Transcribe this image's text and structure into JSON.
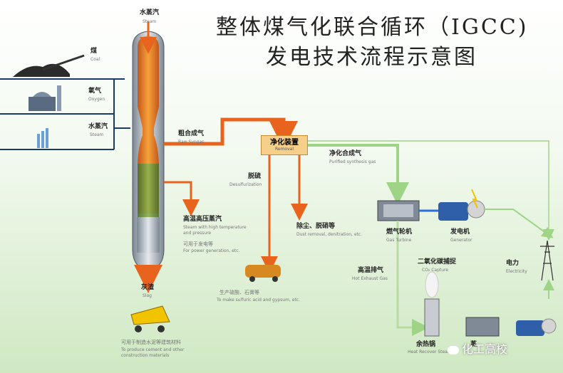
{
  "title": {
    "line1": "整体煤气化联合循环（IGCC)",
    "line2": "发电技术流程示意图"
  },
  "inputs": {
    "steam_top": {
      "zh": "水蒸汽",
      "en": "Steam"
    },
    "coal": {
      "zh": "煤",
      "en": "Coal"
    },
    "oxygen": {
      "zh": "氧气",
      "en": "Oxygen"
    },
    "steam": {
      "zh": "水蒸汽",
      "en": "Steam"
    }
  },
  "flows": {
    "raw_syngas": {
      "zh": "粗合成气",
      "en": "Raw Syngas"
    },
    "removal": {
      "zh": "净化装置",
      "en": "Removal"
    },
    "purified": {
      "zh": "净化合成气",
      "en": "Purified synthesis gas"
    },
    "desulfurization": {
      "zh": "脱硫",
      "en": "Desulfurization"
    },
    "hp_steam": {
      "zh": "高温高压蒸汽",
      "en_line1": "Steam with high temperature",
      "en_line2": "and pressure"
    },
    "hp_steam_use": {
      "zh": "可用于发电等",
      "en": "For power generation, etc."
    },
    "dust": {
      "zh": "除尘、脱硝等",
      "en": "Dust removal, denitration, etc."
    },
    "sulfur_use": {
      "zh": "生产硫酸、石膏等",
      "en": "To make sulfuric acid and gypsum, etc."
    },
    "slag": {
      "zh": "灰渣",
      "en": "Slag"
    },
    "slag_use": {
      "zh": "可用于制造水泥等建筑材料",
      "en_line1": "To produce cement and other",
      "en_line2": "construction materials"
    },
    "gas_turbine": {
      "zh": "燃气轮机",
      "en": "Gas Turbine"
    },
    "generator": {
      "zh": "发电机",
      "en": "Generator"
    },
    "electricity": {
      "zh": "电力",
      "en": "Electricity"
    },
    "exhaust": {
      "zh": "高温排气",
      "en": "Hot Exhaust Gas"
    },
    "co2": {
      "zh": "二氧化碳捕捉",
      "en": "CO₂ Capture"
    },
    "hrsg": {
      "zh": "余热锅",
      "en": "Heat Recover Steam"
    },
    "steam_turbine": {
      "zh": "蒸"
    }
  },
  "watermark": "化工高校",
  "colors": {
    "arrow_orange": "#e8641e",
    "arrow_green": "#9fd486",
    "gasifier_orange": "#f08a2a",
    "gasifier_green": "#6a8f3a"
  }
}
